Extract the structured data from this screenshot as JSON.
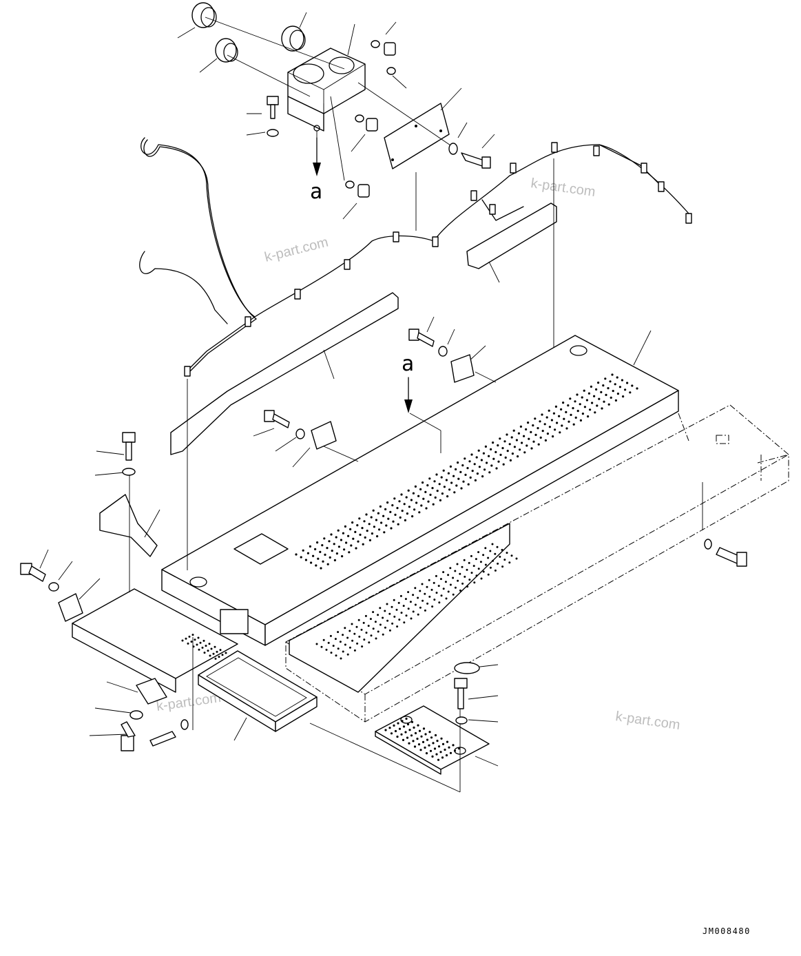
{
  "diagram": {
    "view_labels": [
      "a",
      "a"
    ],
    "watermarks": [
      "k-part.com",
      "k-part.com",
      "k-part.com",
      "k-part.com"
    ],
    "drawing_code": "JM008480"
  }
}
